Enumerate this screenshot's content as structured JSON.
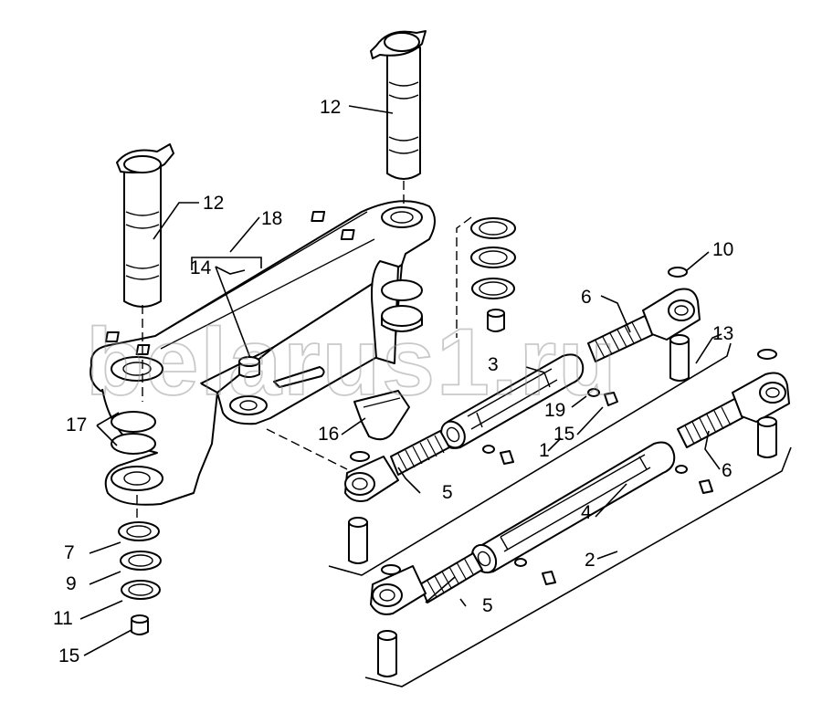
{
  "watermark": "belarus1.ru",
  "callouts": {
    "c1": "1",
    "c2": "2",
    "c3": "3",
    "c4": "4",
    "c5a": "5",
    "c5b": "5",
    "c6a": "6",
    "c6b": "6",
    "c7": "7",
    "c9": "9",
    "c10": "10",
    "c11": "11",
    "c12a": "12",
    "c12b": "12",
    "c13": "13",
    "c14": "14",
    "c15a": "15",
    "c15b": "15",
    "c16": "16",
    "c17": "17",
    "c18": "18",
    "c19": "19"
  },
  "colors": {
    "line": "#000000",
    "background": "#ffffff",
    "watermark": "#8a8a8a"
  }
}
